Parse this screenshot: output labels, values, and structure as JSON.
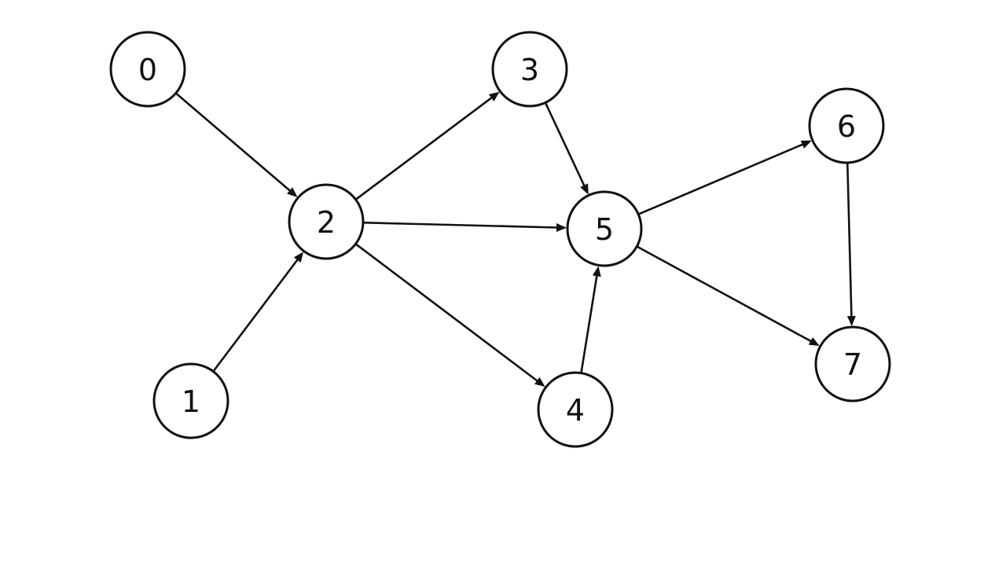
{
  "graph": {
    "directed": true,
    "nodes": [
      {
        "id": "0",
        "label": "0"
      },
      {
        "id": "1",
        "label": "1"
      },
      {
        "id": "2",
        "label": "2"
      },
      {
        "id": "3",
        "label": "3"
      },
      {
        "id": "4",
        "label": "4"
      },
      {
        "id": "5",
        "label": "5"
      },
      {
        "id": "6",
        "label": "6"
      },
      {
        "id": "7",
        "label": "7"
      }
    ],
    "edges": [
      {
        "from": "0",
        "to": "2"
      },
      {
        "from": "1",
        "to": "2"
      },
      {
        "from": "2",
        "to": "3"
      },
      {
        "from": "2",
        "to": "5"
      },
      {
        "from": "2",
        "to": "4"
      },
      {
        "from": "3",
        "to": "5"
      },
      {
        "from": "4",
        "to": "5"
      },
      {
        "from": "5",
        "to": "6"
      },
      {
        "from": "5",
        "to": "7"
      },
      {
        "from": "6",
        "to": "7"
      }
    ]
  },
  "colors": {
    "stroke": "#111111",
    "node_fill": "#ffffff",
    "background": "#ffffff"
  }
}
